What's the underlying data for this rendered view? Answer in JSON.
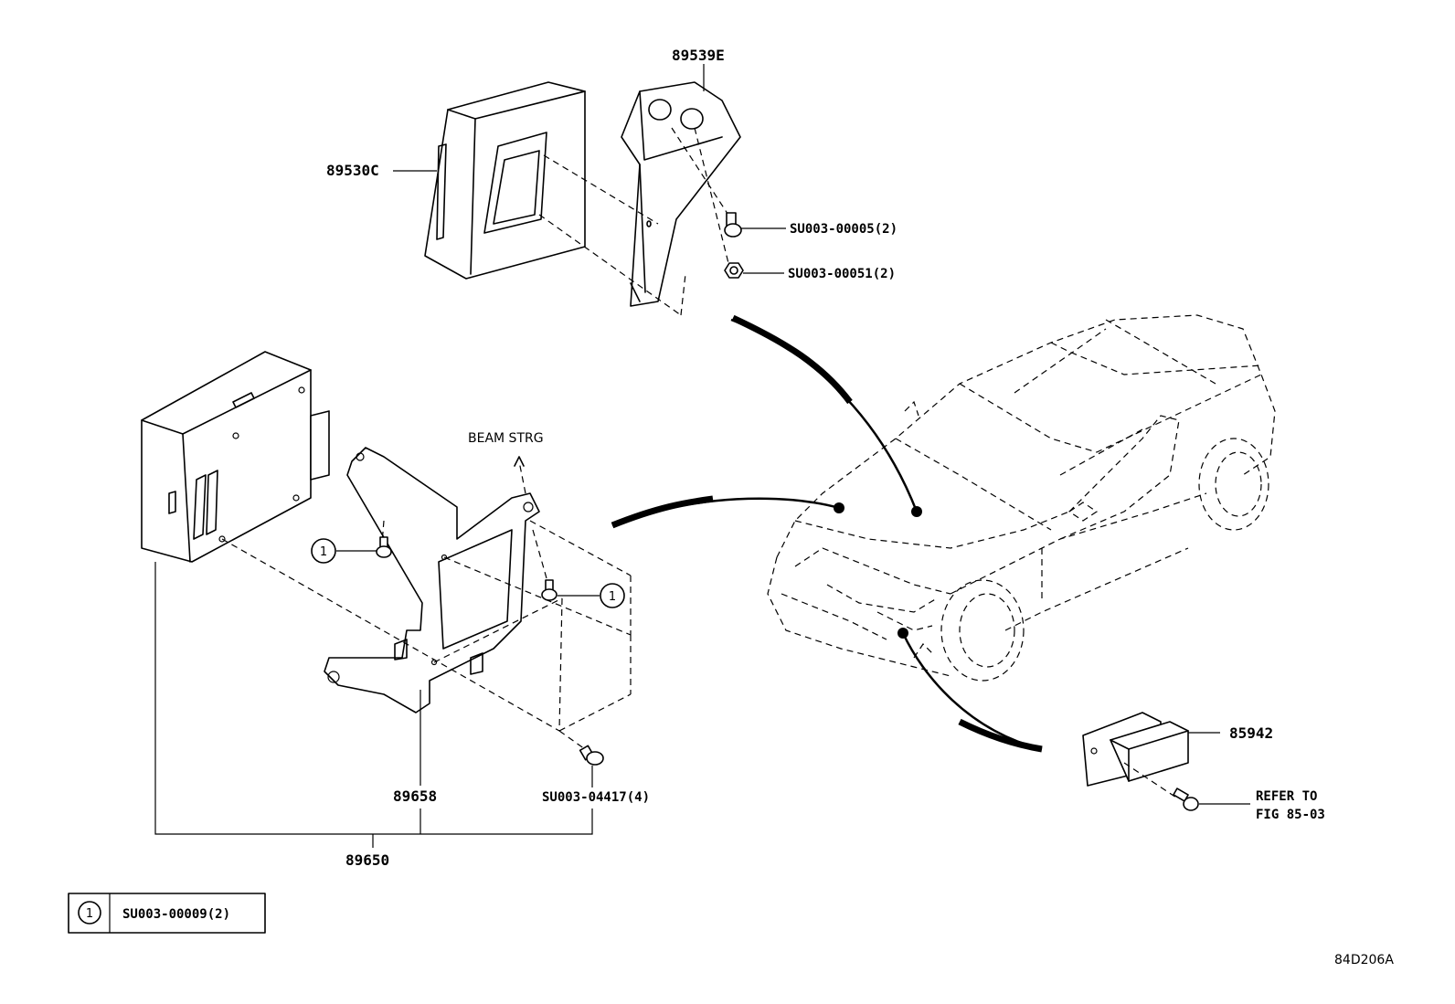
{
  "parts": {
    "p89539e": "89539E",
    "p89530c": "89530C",
    "su003_00005": "SU003-00005(2)",
    "su003_00051": "SU003-00051(2)",
    "beam_strg": "BEAM STRG",
    "p89658": "89658",
    "su003_04417": "SU003-04417(4)",
    "p89650": "89650",
    "p85942": "85942",
    "refer_to_1": "REFER TO",
    "refer_to_2": "FIG 85-03"
  },
  "callout_marker": "1",
  "legend": {
    "marker": "1",
    "part": "SU003-00009(2)"
  },
  "figure_code": "84D206A"
}
